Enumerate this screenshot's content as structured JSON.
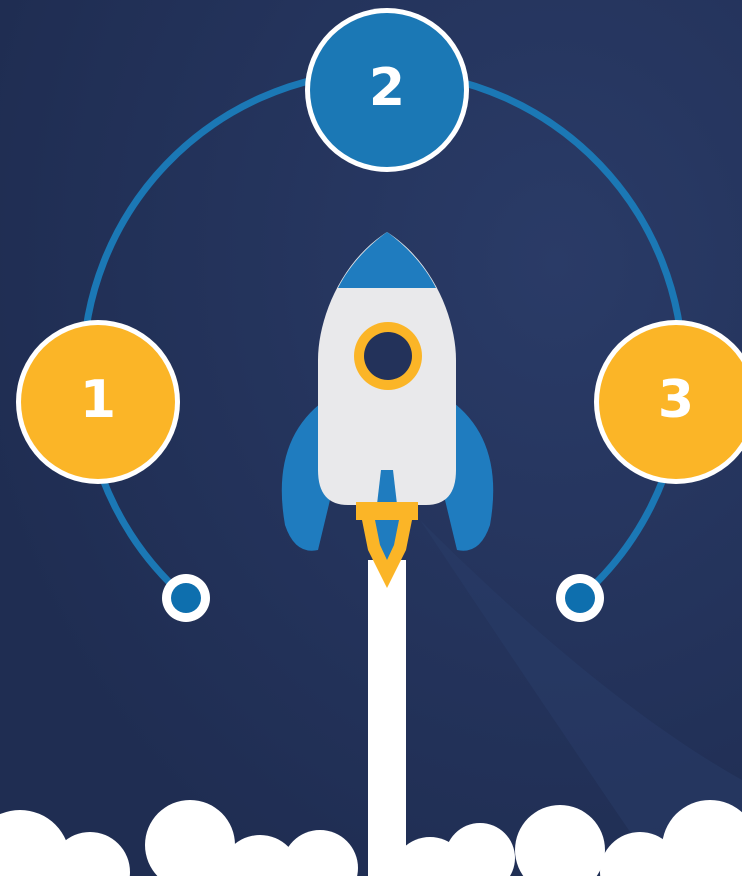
{
  "steps": [
    {
      "label": "1",
      "color": "#fbb527"
    },
    {
      "label": "2",
      "color": "#1b78b5"
    },
    {
      "label": "3",
      "color": "#fbb527"
    }
  ],
  "colors": {
    "background": "#23325a",
    "arc": "#1b78b5",
    "accent": "#fbb527",
    "rocket_body": "#e9e9eb",
    "rocket_trim": "#1f7cbf",
    "clouds": "#ffffff"
  }
}
